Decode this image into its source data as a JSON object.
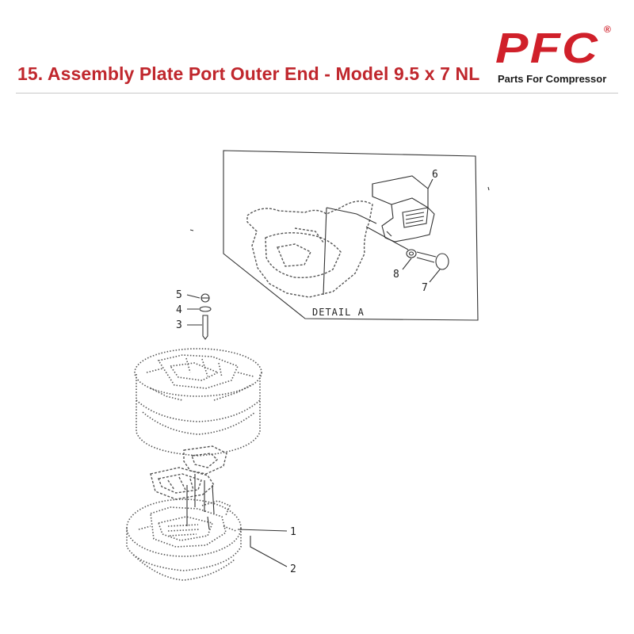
{
  "header": {
    "title": "15. Assembly Plate Port Outer End - Model 9.5 x 7 NL"
  },
  "logo": {
    "text": "PFC",
    "registered_mark": "®",
    "tagline": "Parts For Compressor",
    "color": "#d0202a"
  },
  "detail": {
    "label": "DETAIL   A"
  },
  "callouts": [
    "1",
    "2",
    "3",
    "4",
    "5",
    "6",
    "7",
    "8"
  ],
  "colors": {
    "title": "#c0272d",
    "rule": "#c8c8c8",
    "line": "#333333"
  }
}
